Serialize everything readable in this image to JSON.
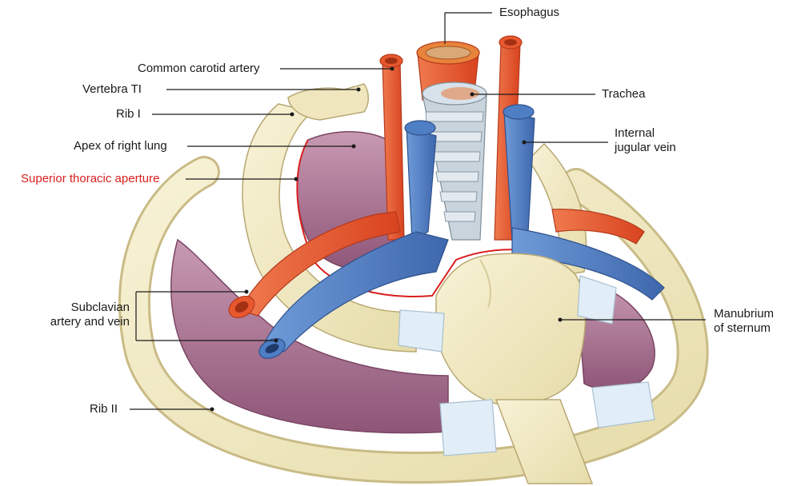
{
  "labels": {
    "esophagus": "Esophagus",
    "common_carotid": "Common carotid artery",
    "vertebra": "Vertebra TI",
    "trachea": "Trachea",
    "rib1": "Rib I",
    "internal_jugular_1": "Internal",
    "internal_jugular_2": "jugular vein",
    "apex_lung": "Apex of right lung",
    "superior_aperture": "Superior thoracic aperture",
    "subclavian_1": "Subclavian",
    "subclavian_2": "artery and vein",
    "manubrium_1": "Manubrium",
    "manubrium_2": "of sternum",
    "rib2": "Rib II"
  },
  "colors": {
    "highlight_label": "#d8201f",
    "bone": "#f3ecc6",
    "bone_edge": "#c9bb86",
    "lung": "#a86b8f",
    "lung_light": "#c89ab2",
    "artery": "#e8582f",
    "vein": "#4e7ec4",
    "cartilage": "#e2eef7",
    "trachea": "#c9d4dc",
    "aperture_line": "#d8201f"
  }
}
